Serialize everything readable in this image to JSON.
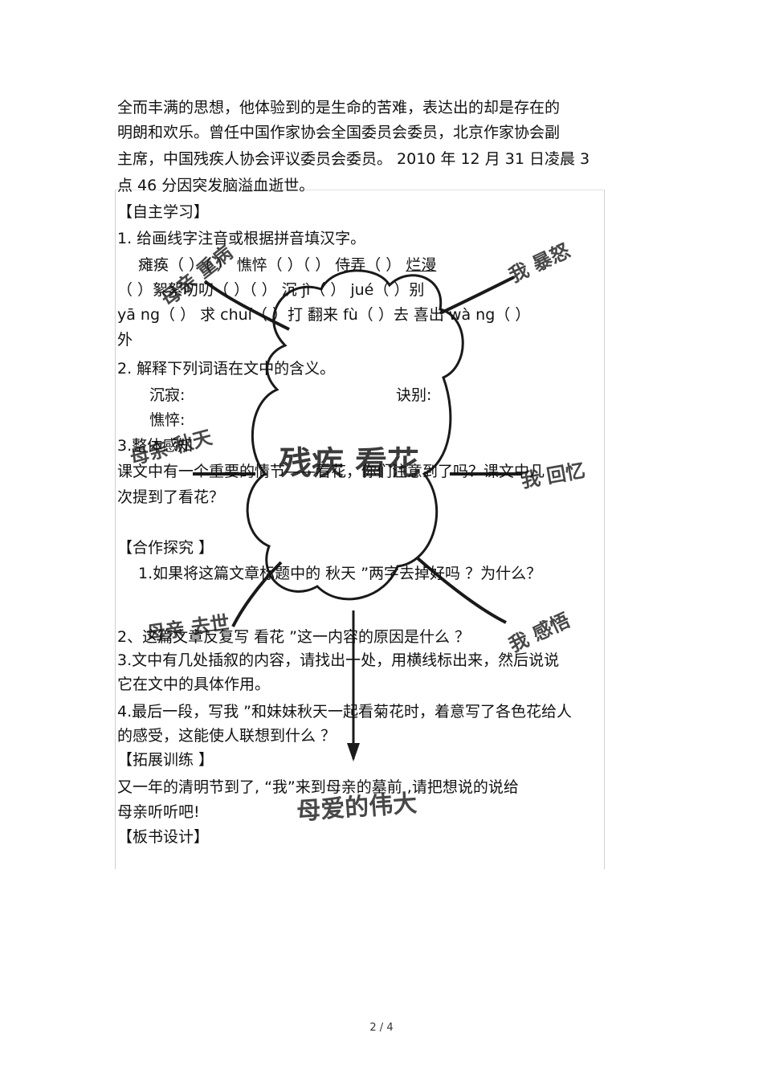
{
  "intro": {
    "line1": "全而丰满的思想，他体验到的是生命的苦难，表达出的却是存在的",
    "line2": "明朗和欢乐。曾任中国作家协会全国委员会委员，北京作家协会副",
    "line3": "主席，中国残疾人协会评议委员会委员。     2010 年 12 月 31 日凌晨  3",
    "line4": "点 46 分因突发脑溢血逝世。"
  },
  "self_study": {
    "heading": "【自主学习】",
    "q1": "1.  给画线字注音或根据拼音填汉字。",
    "q1_row1_a": "瘫痪（      ）（      ）   憔悴（      ）（      ）  侍弄（      ）",
    "q1_row1_b": "烂漫",
    "q1_row2": "（      ）絮絮叨叨（      ）（      ）  沉 jì（      ）  jué（      ）别",
    "q1_row3": "yā ng（    ）  求 chuí（    ）打   翻来 fù（    ）去      喜出 wà ng（    ）",
    "q1_row4": "外",
    "q2": "2.  解释下列词语在文中的含义。",
    "q2_a": "沉寂:",
    "q2_b": "诀别:",
    "q2_c": "憔悴:",
    "q3": "3.整体感知",
    "q3_text1": "  课文中有一个重要的情节——看花，你们注意到了吗？课文中几",
    "q3_text2": "次提到了看花？"
  },
  "explore": {
    "heading": "【合作探究 】",
    "q1": "1.如果将这篇文章标题中的    秋天 ”两字去掉好吗  ？为什么？",
    "q2": "2、这篇文章反复写    看花 ”这一内容的原因是什么    ？",
    "q3_a": "3.文中有几处插叙的内容，请找出一处，用横线标出来，然后说说",
    "q3_b": "它在文中的具体作用。",
    "q4_a": "4.最后一段，写我  ”和妹妹秋天一起看菊花时，着意写了各色花给人",
    "q4_b": "的感受，这能使人联想到什么    ？"
  },
  "extend": {
    "heading": "【拓展训练 】",
    "text1": "        又一年的清明节到了,   “我”来到母亲的墓前  ,请把想说的说给",
    "text2": "母亲听听吧!"
  },
  "board": {
    "heading": "【板书设计】"
  },
  "mindmap": {
    "center": "残疾 看花",
    "branch_top_left": "母亲 重病",
    "branch_top_right": "我 暴怒",
    "branch_left": "母亲 秋天",
    "branch_right": "我 回忆",
    "branch_bottom_left": "母亲 去世",
    "branch_bottom_right": "我 感悟",
    "bottom": "母爱的伟大",
    "ink_color": "#1a1a1a"
  },
  "footer": {
    "page": "2 / 4"
  }
}
